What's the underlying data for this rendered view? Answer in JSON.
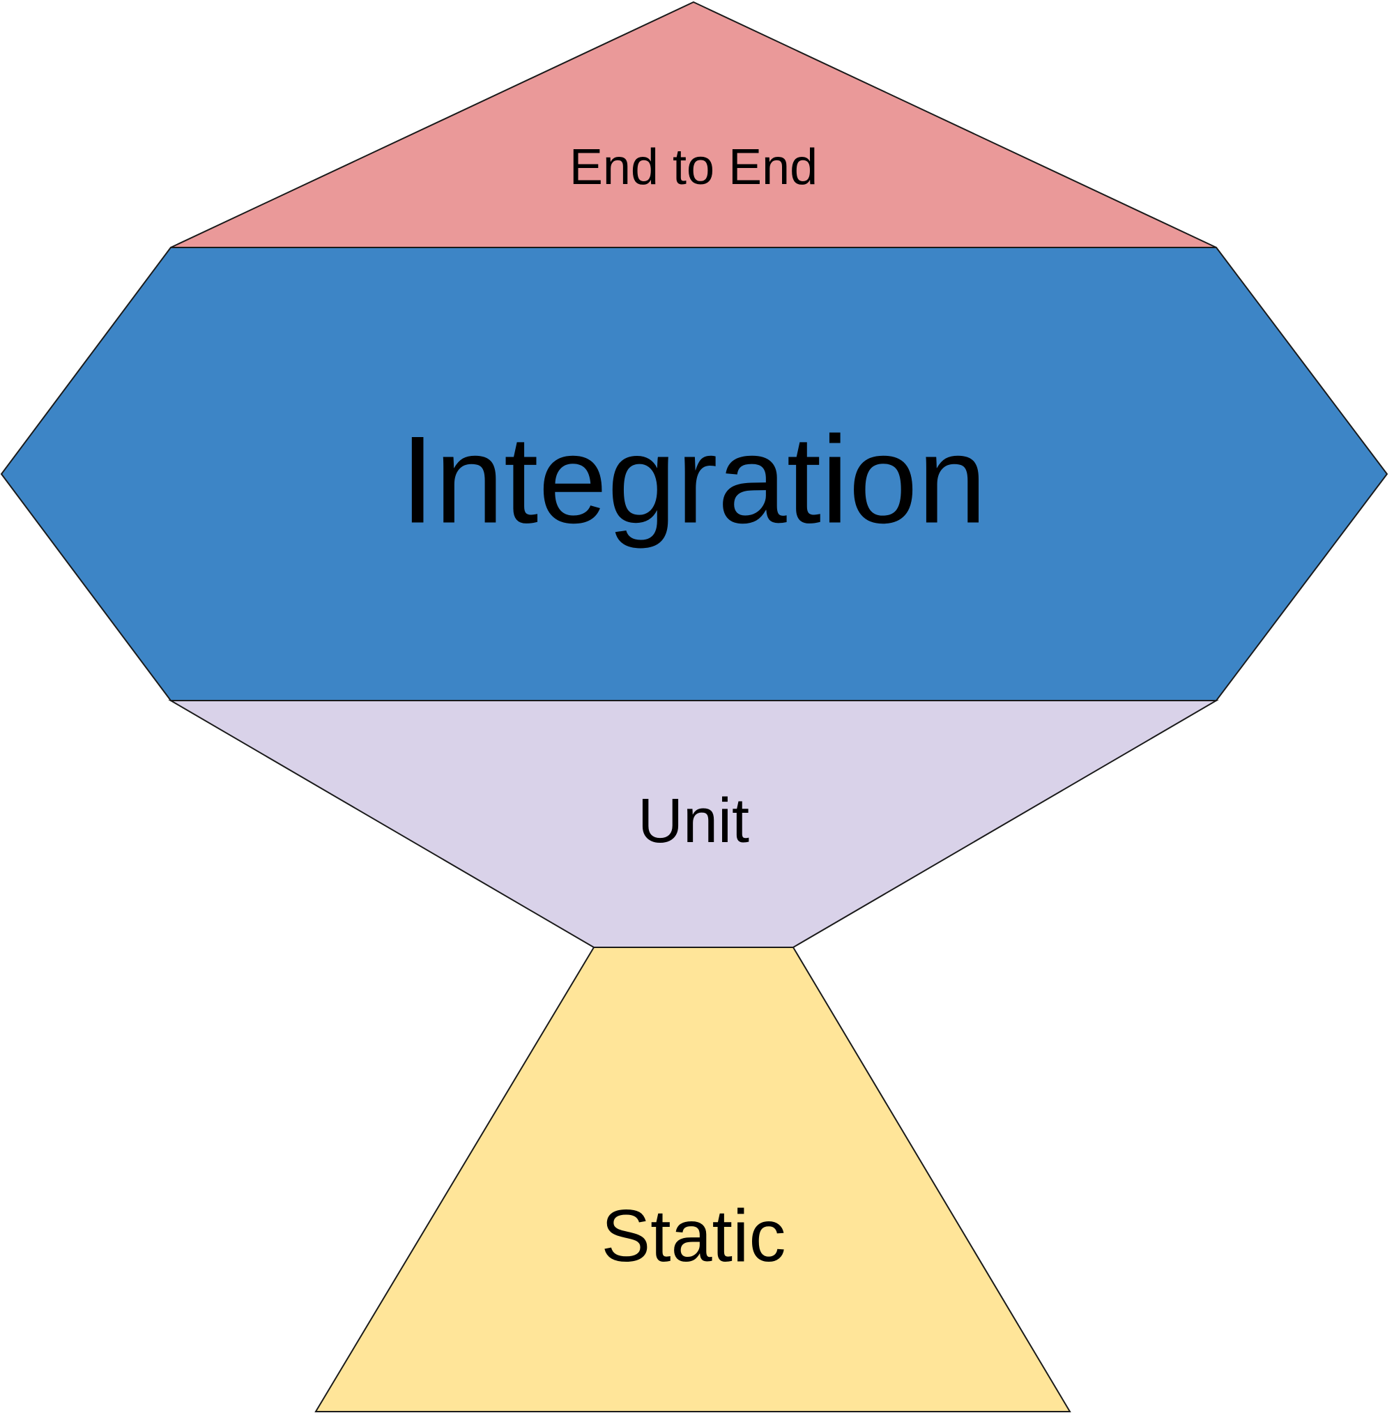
{
  "layers": {
    "end_to_end": {
      "label": "End to End",
      "color": "#ea9999"
    },
    "integration": {
      "label": "Integration",
      "color": "#3d85c6"
    },
    "unit": {
      "label": "Unit",
      "color": "#d9d2e9"
    },
    "static": {
      "label": "Static",
      "color": "#ffe599"
    }
  },
  "outline_color": "#1a1a1a"
}
